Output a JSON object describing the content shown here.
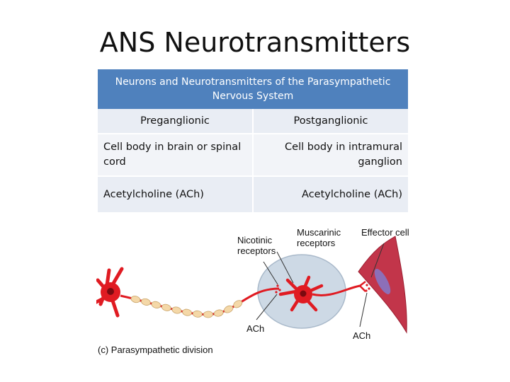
{
  "title": "ANS Neurotransmitters",
  "table": {
    "caption": "Neurons and Neurotransmitters of the Parasympathetic Nervous System",
    "columns": [
      "Preganglionic",
      "Postganglionic"
    ],
    "rows": [
      [
        "Cell body in brain or spinal cord",
        "Cell body in intramural ganglion"
      ],
      [
        "Acetylcholine (ACh)",
        "Acetylcholine (ACh)"
      ]
    ]
  },
  "figure": {
    "labels": {
      "nicotinic": "Nicotinic receptors",
      "muscarinic": "Muscarinic receptors",
      "effector": "Effector cell",
      "ach_1": "ACh",
      "ach_2": "ACh",
      "caption": "(c) Parasympathetic division"
    },
    "colors": {
      "neuron": "#e01b22",
      "myelin": "#f4d8a8",
      "ganglion": "#cdd9e5",
      "effector": "#c2354a"
    }
  }
}
